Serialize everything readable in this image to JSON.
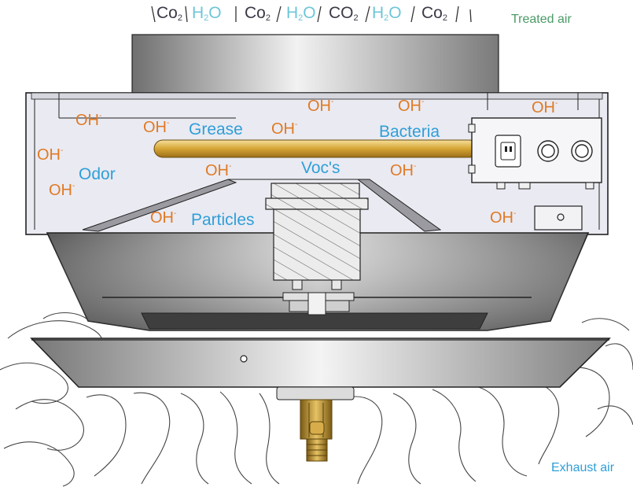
{
  "corner_labels": {
    "treated_air": "Treated air",
    "exhaust_air": "Exhaust air"
  },
  "molecules": [
    {
      "base": "Co",
      "sub": "2"
    },
    {
      "base": "H",
      "sub": "2",
      "tail": "O"
    },
    {
      "base": "Co",
      "sub": "2"
    },
    {
      "base": "H",
      "sub": "2",
      "tail": "O"
    },
    {
      "base": "CO",
      "sub": "2"
    },
    {
      "base": "H",
      "sub": "2",
      "tail": "O"
    },
    {
      "base": "Co",
      "sub": "2"
    }
  ],
  "hydroxyl": {
    "text": "OH",
    "charge": "-"
  },
  "contaminants": {
    "grease": "Grease",
    "bacteria": "Bacteria",
    "odor": "Odor",
    "vocs": "Voc's",
    "particles": "Particles"
  },
  "colors": {
    "hydroxyl": "#e07a24",
    "contaminant": "#2f9fd8",
    "treated_air": "#4a9a66",
    "exhaust_air": "#2f9fd8",
    "co2": "#3a3a46",
    "h2o": "#6ec6d8",
    "uv_lamp": "#d6a535"
  }
}
